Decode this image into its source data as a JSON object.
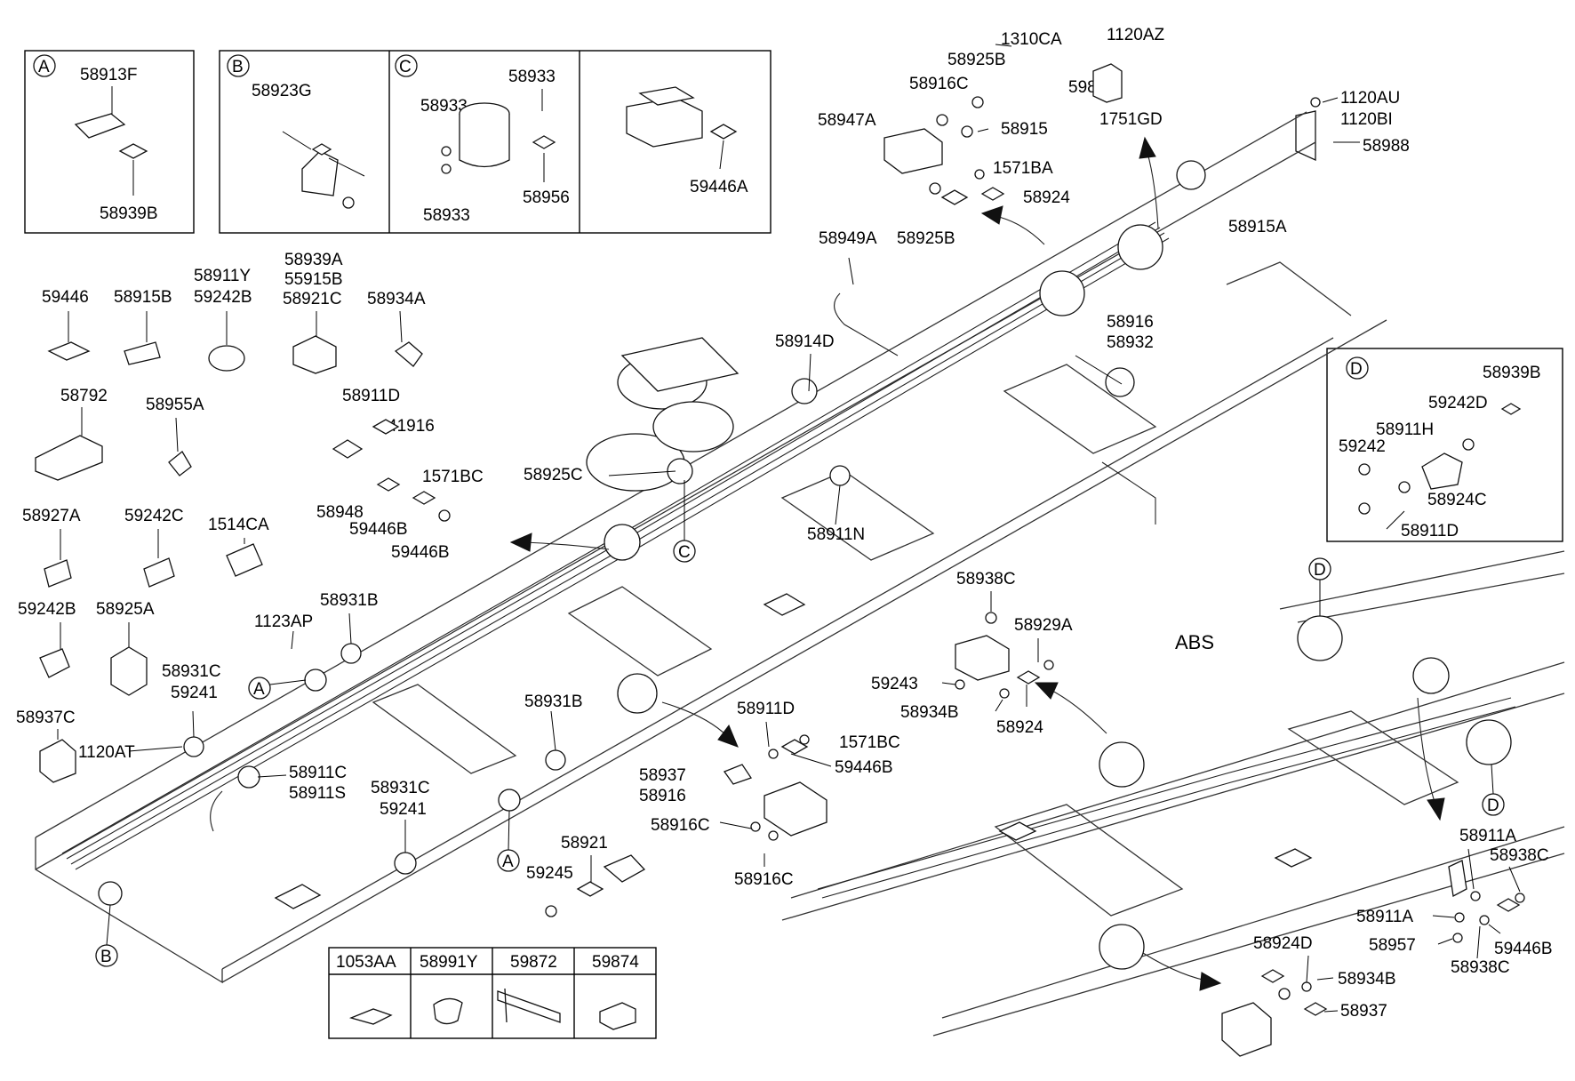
{
  "insets": {
    "a": {
      "mark": "A",
      "parts": [
        "58913F",
        "58939B"
      ]
    },
    "b": {
      "mark": "B",
      "parts": [
        "58923G"
      ]
    },
    "c": {
      "mark": "C",
      "parts": [
        "58933",
        "58933",
        "58933",
        "58956"
      ]
    },
    "d_top": {
      "parts": [
        "59446A"
      ]
    },
    "d": {
      "mark": "D",
      "parts": [
        "58939B",
        "59242D",
        "58911H",
        "59242",
        "58924C",
        "58911D"
      ]
    }
  },
  "top_cluster": [
    "1310CA",
    "1120AZ",
    "58925B",
    "59888",
    "58916C",
    "1751GD",
    "58947A",
    "58915",
    "1571BA",
    "58924",
    "58925B",
    "1120AU",
    "1120BI",
    "58988",
    "58915A",
    "58949A"
  ],
  "loose_parts": [
    "59446",
    "58915B",
    "58911Y",
    "59242B",
    "58939A",
    "55915B",
    "58921C",
    "58934A",
    "58792",
    "58955A",
    "58911D",
    "41916",
    "1571BC",
    "58948",
    "59446B",
    "59446B",
    "58927A",
    "59242C",
    "1514CA",
    "59242B",
    "58925A",
    "58931C",
    "59241",
    "58937C",
    "1120AT"
  ],
  "frame_labels": [
    "58914D",
    "58916",
    "58932",
    "58925C",
    "C",
    "58911N",
    "1123AP",
    "58931B",
    "A",
    "58931B",
    "58911C",
    "58911S",
    "58931C",
    "59241",
    "A",
    "B"
  ],
  "middle_cluster": [
    "58911D",
    "1571BC",
    "59446B",
    "58937",
    "58916",
    "58916C",
    "58916C",
    "58921",
    "59245"
  ],
  "abs_cluster": [
    "58938C",
    "58929A",
    "59243",
    "58934B",
    "58924",
    "D",
    "D"
  ],
  "abs_label": "ABS",
  "right_bottom": [
    "58911A",
    "58938C",
    "58911A",
    "58957",
    "59446B",
    "58938C",
    "58924D",
    "58934B",
    "58937"
  ],
  "parts_table": {
    "headers": [
      "1053AA",
      "58991Y",
      "59872",
      "59874"
    ]
  }
}
